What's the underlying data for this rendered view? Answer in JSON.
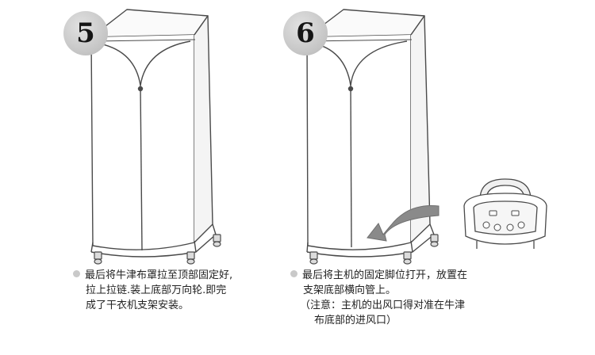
{
  "steps": [
    {
      "number": "5",
      "caption_lines": [
        "最后将牛津布罩拉至顶部固定好,",
        "拉上拉链.装上底部万向轮.即完",
        "成了干衣机支架安装。"
      ]
    },
    {
      "number": "6",
      "caption_lines": [
        "最后将主机的固定脚位打开，放置在",
        "支架底部横向管上。"
      ],
      "note_lines": [
        "（注意：主机的出风口得对准在牛津",
        "布底部的进风口）"
      ]
    }
  ],
  "icons": {
    "step5_illustration": "dryer-rack-with-zipped-cover-and-casters",
    "step6_illustration": "dryer-rack-cover",
    "arrow": "curved-arrow-left",
    "heater_unit": "dryer-main-unit-with-control-panel"
  },
  "colors": {
    "line": "#4a4a4a",
    "badge": "#c4c4c4",
    "arrow": "#8a8a8a",
    "bullet": "#c9c9c9"
  }
}
